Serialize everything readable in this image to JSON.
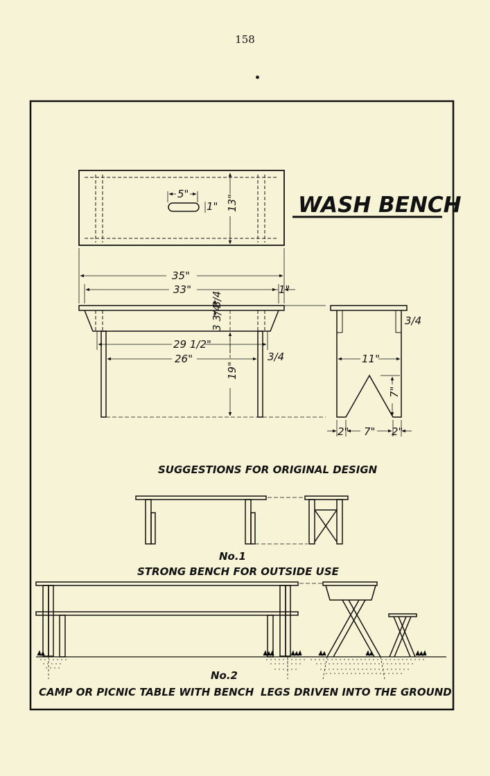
{
  "page": {
    "number": "158"
  },
  "plate": {
    "title": "WASH BENCH",
    "dims": {
      "slot_len": "5\"",
      "slot_w": "1\"",
      "top_w": "13\"",
      "len35": "35\"",
      "len33": "33\"",
      "overhang": "1\"",
      "thick": "3/4",
      "apron": "3 3/4",
      "len29": "29 1/2\"",
      "len26": "26\"",
      "leg_thick": "3/4",
      "height": "19\"",
      "end_thick": "3/4",
      "end_w": "11\"",
      "cut_h": "7\"",
      "foot_l": "2\"",
      "cut_w": "7\"",
      "foot_r": "2\""
    },
    "suggestions_heading": "SUGGESTIONS FOR ORIGINAL DESIGN",
    "no1": {
      "number": "No.1",
      "caption": "STRONG BENCH FOR OUTSIDE USE"
    },
    "no2": {
      "number": "No.2",
      "caption_left": "CAMP OR PICNIC TABLE WITH BENCH",
      "caption_right": "LEGS DRIVEN INTO THE GROUND"
    }
  }
}
